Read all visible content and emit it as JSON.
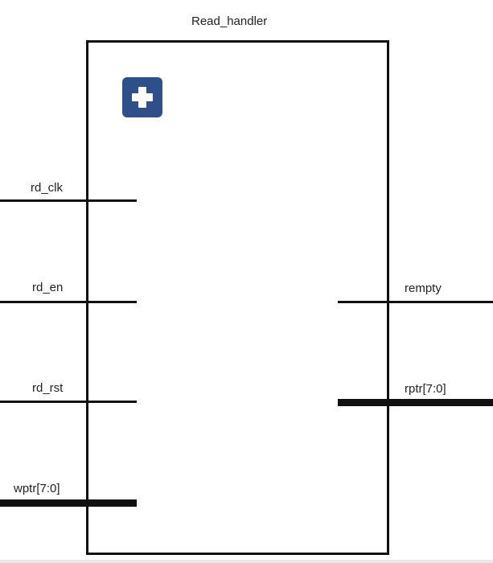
{
  "block": {
    "title": "Read_handler",
    "expand_icon": "plus-icon",
    "colors": {
      "expand_button": "#2e4f8a",
      "wire": "#111111",
      "outline": "#111111"
    }
  },
  "ports": {
    "inputs": [
      {
        "name": "rd_clk",
        "kind": "single-bit"
      },
      {
        "name": "rd_en",
        "kind": "single-bit"
      },
      {
        "name": "rd_rst",
        "kind": "single-bit"
      },
      {
        "name": "wptr[7:0]",
        "kind": "bus"
      }
    ],
    "outputs": [
      {
        "name": "rempty",
        "kind": "single-bit"
      },
      {
        "name": "rptr[7:0]",
        "kind": "bus"
      }
    ]
  }
}
